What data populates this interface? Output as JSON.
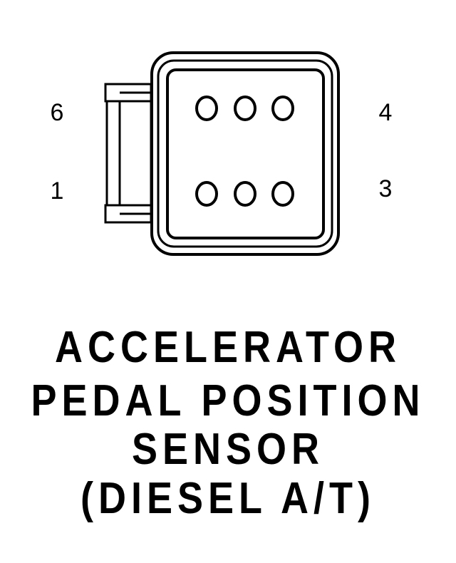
{
  "pin_labels": {
    "top_left": "6",
    "bottom_left": "1",
    "top_right": "4",
    "bottom_right": "3"
  },
  "caption": {
    "line1": "ACCELERATOR",
    "line2": "PEDAL POSITION",
    "line3": "SENSOR",
    "line4": "(DIESEL A/T)"
  },
  "colors": {
    "ink": "#000000",
    "background": "#ffffff"
  },
  "connector": {
    "pin_count": 6,
    "rows": 2,
    "pins_per_row": 3
  }
}
